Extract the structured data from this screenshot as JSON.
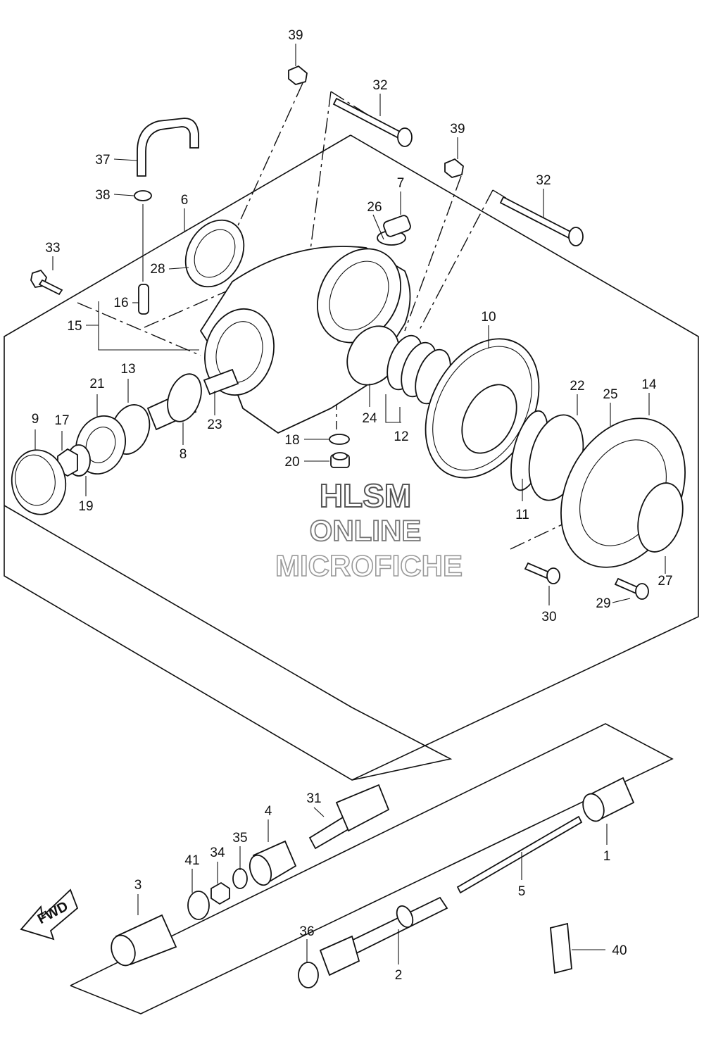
{
  "watermark": {
    "line1": "HLSM",
    "line2": "ONLINE",
    "line3": "MICROFICHE"
  },
  "fwd_label": "FWD",
  "callouts": {
    "p1": "1",
    "p2": "2",
    "p3": "3",
    "p4": "4",
    "p5": "5",
    "p6": "6",
    "p7": "7",
    "p8": "8",
    "p9": "9",
    "p10": "10",
    "p11": "11",
    "p12": "12",
    "p13": "13",
    "p14": "14",
    "p15": "15",
    "p16": "16",
    "p17": "17",
    "p18": "18",
    "p19": "19",
    "p20": "20",
    "p21": "21",
    "p22": "22",
    "p23": "23",
    "p24": "24",
    "p25": "25",
    "p26": "26",
    "p27": "27",
    "p28": "28",
    "p29": "29",
    "p30": "30",
    "p31": "31",
    "p32a": "32",
    "p32b": "32",
    "p33": "33",
    "p34": "34",
    "p35": "35",
    "p36": "36",
    "p37": "37",
    "p38": "38",
    "p39a": "39",
    "p39b": "39",
    "p40": "40",
    "p41": "41"
  }
}
